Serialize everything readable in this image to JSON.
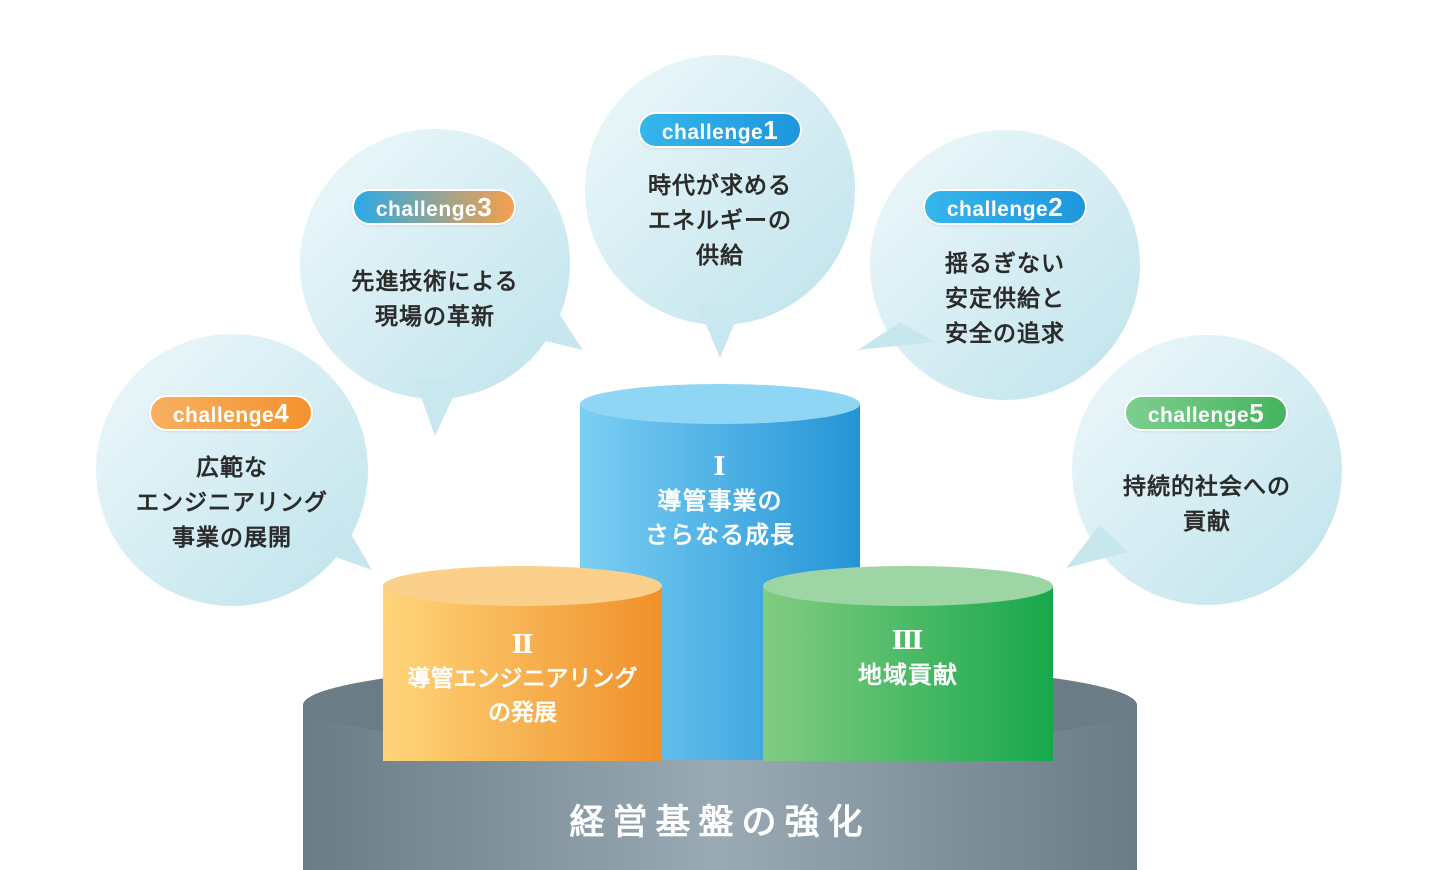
{
  "base": {
    "title": "経営基盤の強化",
    "colors": {
      "dark": "#6b7c86",
      "light": "#9aaab4"
    }
  },
  "pillars": [
    {
      "id": "p1",
      "numeral": "Ⅰ",
      "lines": [
        "導管事業の",
        "さらなる成長"
      ],
      "color_top": "#8fd6f5",
      "color_light": "#7ccff4",
      "color_dark": "#2494d6"
    },
    {
      "id": "p2",
      "numeral": "Ⅱ",
      "lines": [
        "導管エンジニアリング",
        "の発展"
      ],
      "color_top": "#fbd08a",
      "color_light": "#ffd57a",
      "color_dark": "#f0902a"
    },
    {
      "id": "p3",
      "numeral": "Ⅲ",
      "lines": [
        "地域貢献"
      ],
      "color_top": "#9dd6a4",
      "color_light": "#82cc82",
      "color_dark": "#17a84c"
    }
  ],
  "challenges": [
    {
      "id": "c1",
      "label": "challenge",
      "number": "1",
      "lines": [
        "時代が求める",
        "エネルギーの",
        "供給"
      ],
      "pill_colors": [
        "#35b6ec",
        "#1e96dc"
      ]
    },
    {
      "id": "c2",
      "label": "challenge",
      "number": "2",
      "lines": [
        "揺るぎない",
        "安定供給と",
        "安全の追求"
      ],
      "pill_colors": [
        "#35b6ec",
        "#1e96dc"
      ]
    },
    {
      "id": "c3",
      "label": "challenge",
      "number": "3",
      "lines": [
        "先進技術による",
        "現場の革新"
      ],
      "pill_colors": [
        "#2aa9e6",
        "#f6a04a"
      ]
    },
    {
      "id": "c4",
      "label": "challenge",
      "number": "4",
      "lines": [
        "広範な",
        "エンジニアリング",
        "事業の展開"
      ],
      "pill_colors": [
        "#f7b060",
        "#f3922e"
      ]
    },
    {
      "id": "c5",
      "label": "challenge",
      "number": "5",
      "lines": [
        "持続的社会への",
        "貢献"
      ],
      "pill_colors": [
        "#7dcf8e",
        "#45b45f"
      ]
    }
  ]
}
